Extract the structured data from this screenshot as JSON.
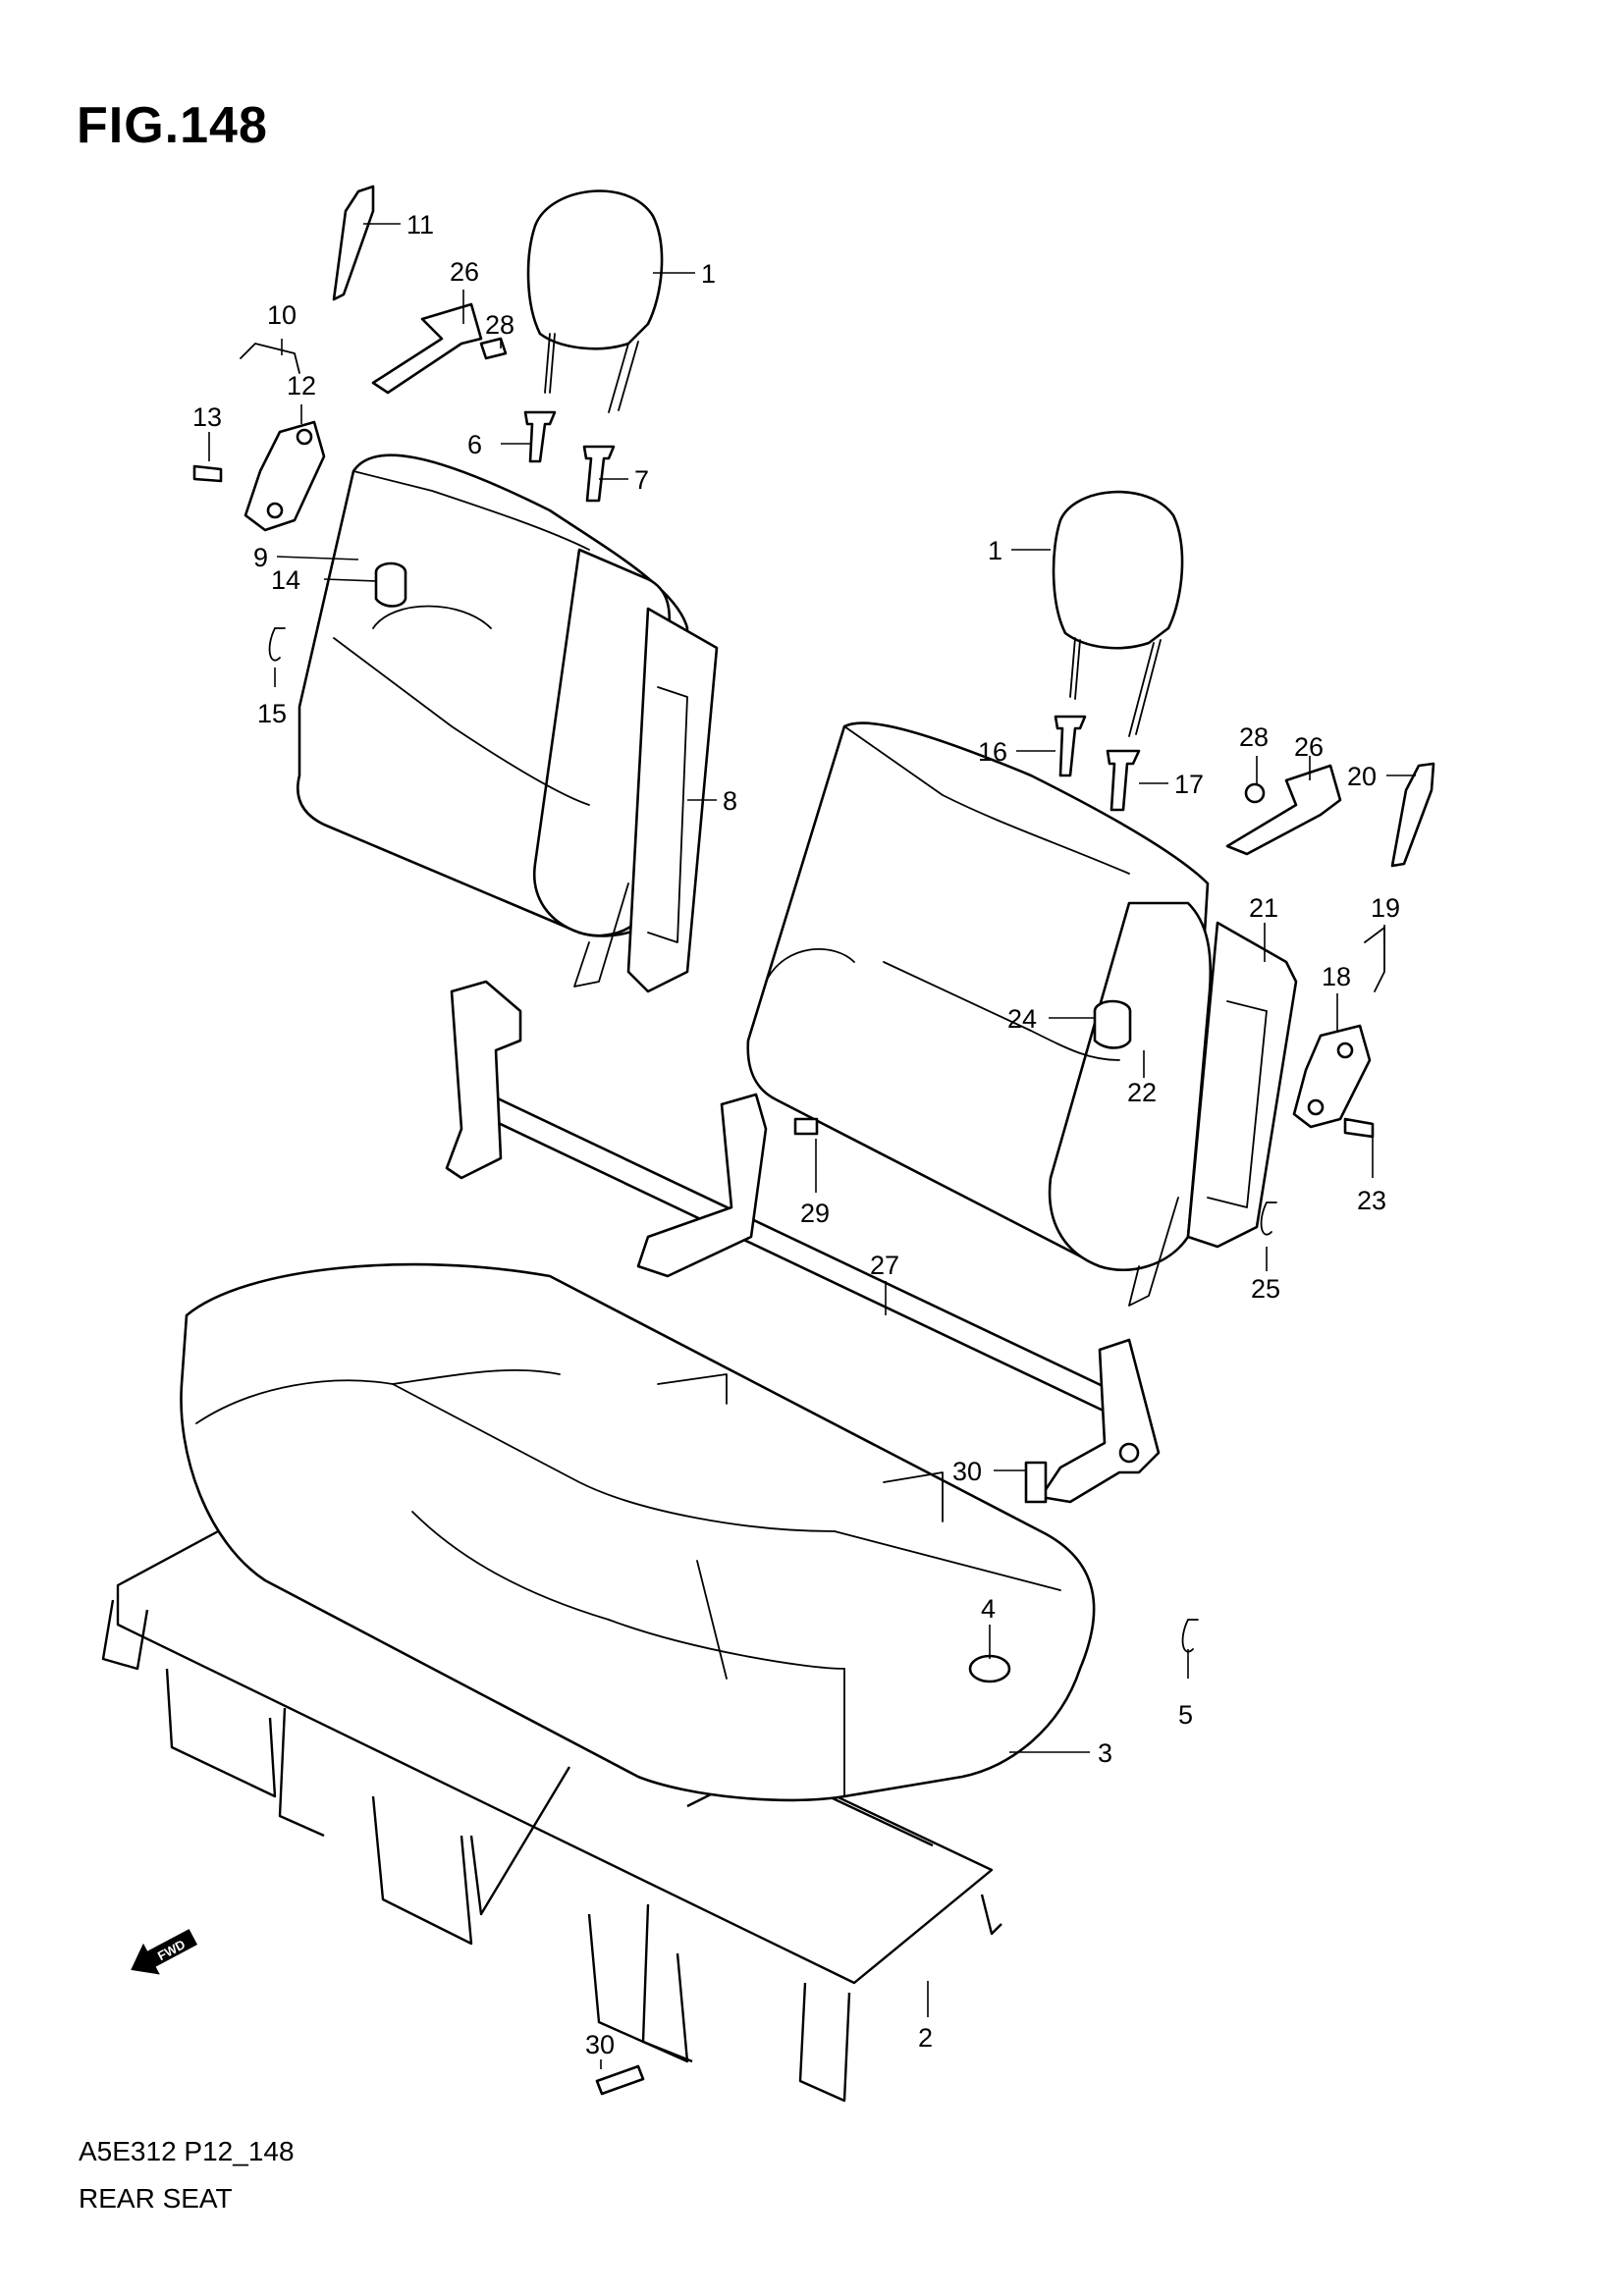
{
  "figure": {
    "title": "FIG.148"
  },
  "footer": {
    "code": "A5E312 P12_148",
    "name": "REAR SEAT"
  },
  "badge": {
    "fwd_label": "FWD"
  },
  "callouts": [
    {
      "id": "c11",
      "label": "11"
    },
    {
      "id": "c1a",
      "label": "1"
    },
    {
      "id": "c26a",
      "label": "26"
    },
    {
      "id": "c10",
      "label": "10"
    },
    {
      "id": "c28a",
      "label": "28"
    },
    {
      "id": "c12",
      "label": "12"
    },
    {
      "id": "c13",
      "label": "13"
    },
    {
      "id": "c6",
      "label": "6"
    },
    {
      "id": "c7",
      "label": "7"
    },
    {
      "id": "c9",
      "label": "9"
    },
    {
      "id": "c14",
      "label": "14"
    },
    {
      "id": "c15",
      "label": "15"
    },
    {
      "id": "c8",
      "label": "8"
    },
    {
      "id": "c1b",
      "label": "1"
    },
    {
      "id": "c16",
      "label": "16"
    },
    {
      "id": "c17",
      "label": "17"
    },
    {
      "id": "c28b",
      "label": "28"
    },
    {
      "id": "c26b",
      "label": "26"
    },
    {
      "id": "c20",
      "label": "20"
    },
    {
      "id": "c21",
      "label": "21"
    },
    {
      "id": "c19",
      "label": "19"
    },
    {
      "id": "c18",
      "label": "18"
    },
    {
      "id": "c24",
      "label": "24"
    },
    {
      "id": "c22",
      "label": "22"
    },
    {
      "id": "c29",
      "label": "29"
    },
    {
      "id": "c23",
      "label": "23"
    },
    {
      "id": "c27",
      "label": "27"
    },
    {
      "id": "c25",
      "label": "25"
    },
    {
      "id": "c30a",
      "label": "30"
    },
    {
      "id": "c4",
      "label": "4"
    },
    {
      "id": "c5",
      "label": "5"
    },
    {
      "id": "c3",
      "label": "3"
    },
    {
      "id": "c2",
      "label": "2"
    },
    {
      "id": "c30b",
      "label": "30"
    }
  ]
}
